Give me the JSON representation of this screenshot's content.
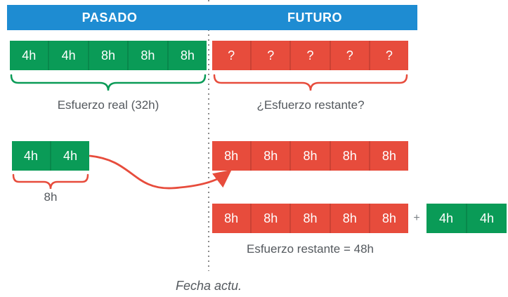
{
  "colors": {
    "blue": "#1e8cd2",
    "green": "#0a9b57",
    "red": "#e74c3c",
    "text_gray": "#54595e",
    "dotted_line": "#8a8a8a"
  },
  "header": {
    "past_label": "PASADO",
    "future_label": "FUTURO"
  },
  "timeline": {
    "past_row1": {
      "cells": [
        "4h",
        "4h",
        "8h",
        "8h",
        "8h"
      ],
      "brace_label": "Esfuerzo real (32h)"
    },
    "future_row1": {
      "cells": [
        "?",
        "?",
        "?",
        "?",
        "?"
      ],
      "brace_label": "¿Esfuerzo restante?"
    },
    "past_row2": {
      "cells": [
        "4h",
        "4h"
      ],
      "brace_label": "8h"
    },
    "future_row2": {
      "cells": [
        "8h",
        "8h",
        "8h",
        "8h",
        "8h"
      ]
    },
    "future_row3": {
      "cells": [
        "8h",
        "8h",
        "8h",
        "8h",
        "8h"
      ],
      "plus_sign": "+",
      "extra_cells": [
        "4h",
        "4h"
      ],
      "caption": "Esfuerzo restante = 48h"
    }
  },
  "footer": {
    "current_date_label": "Fecha actu."
  }
}
